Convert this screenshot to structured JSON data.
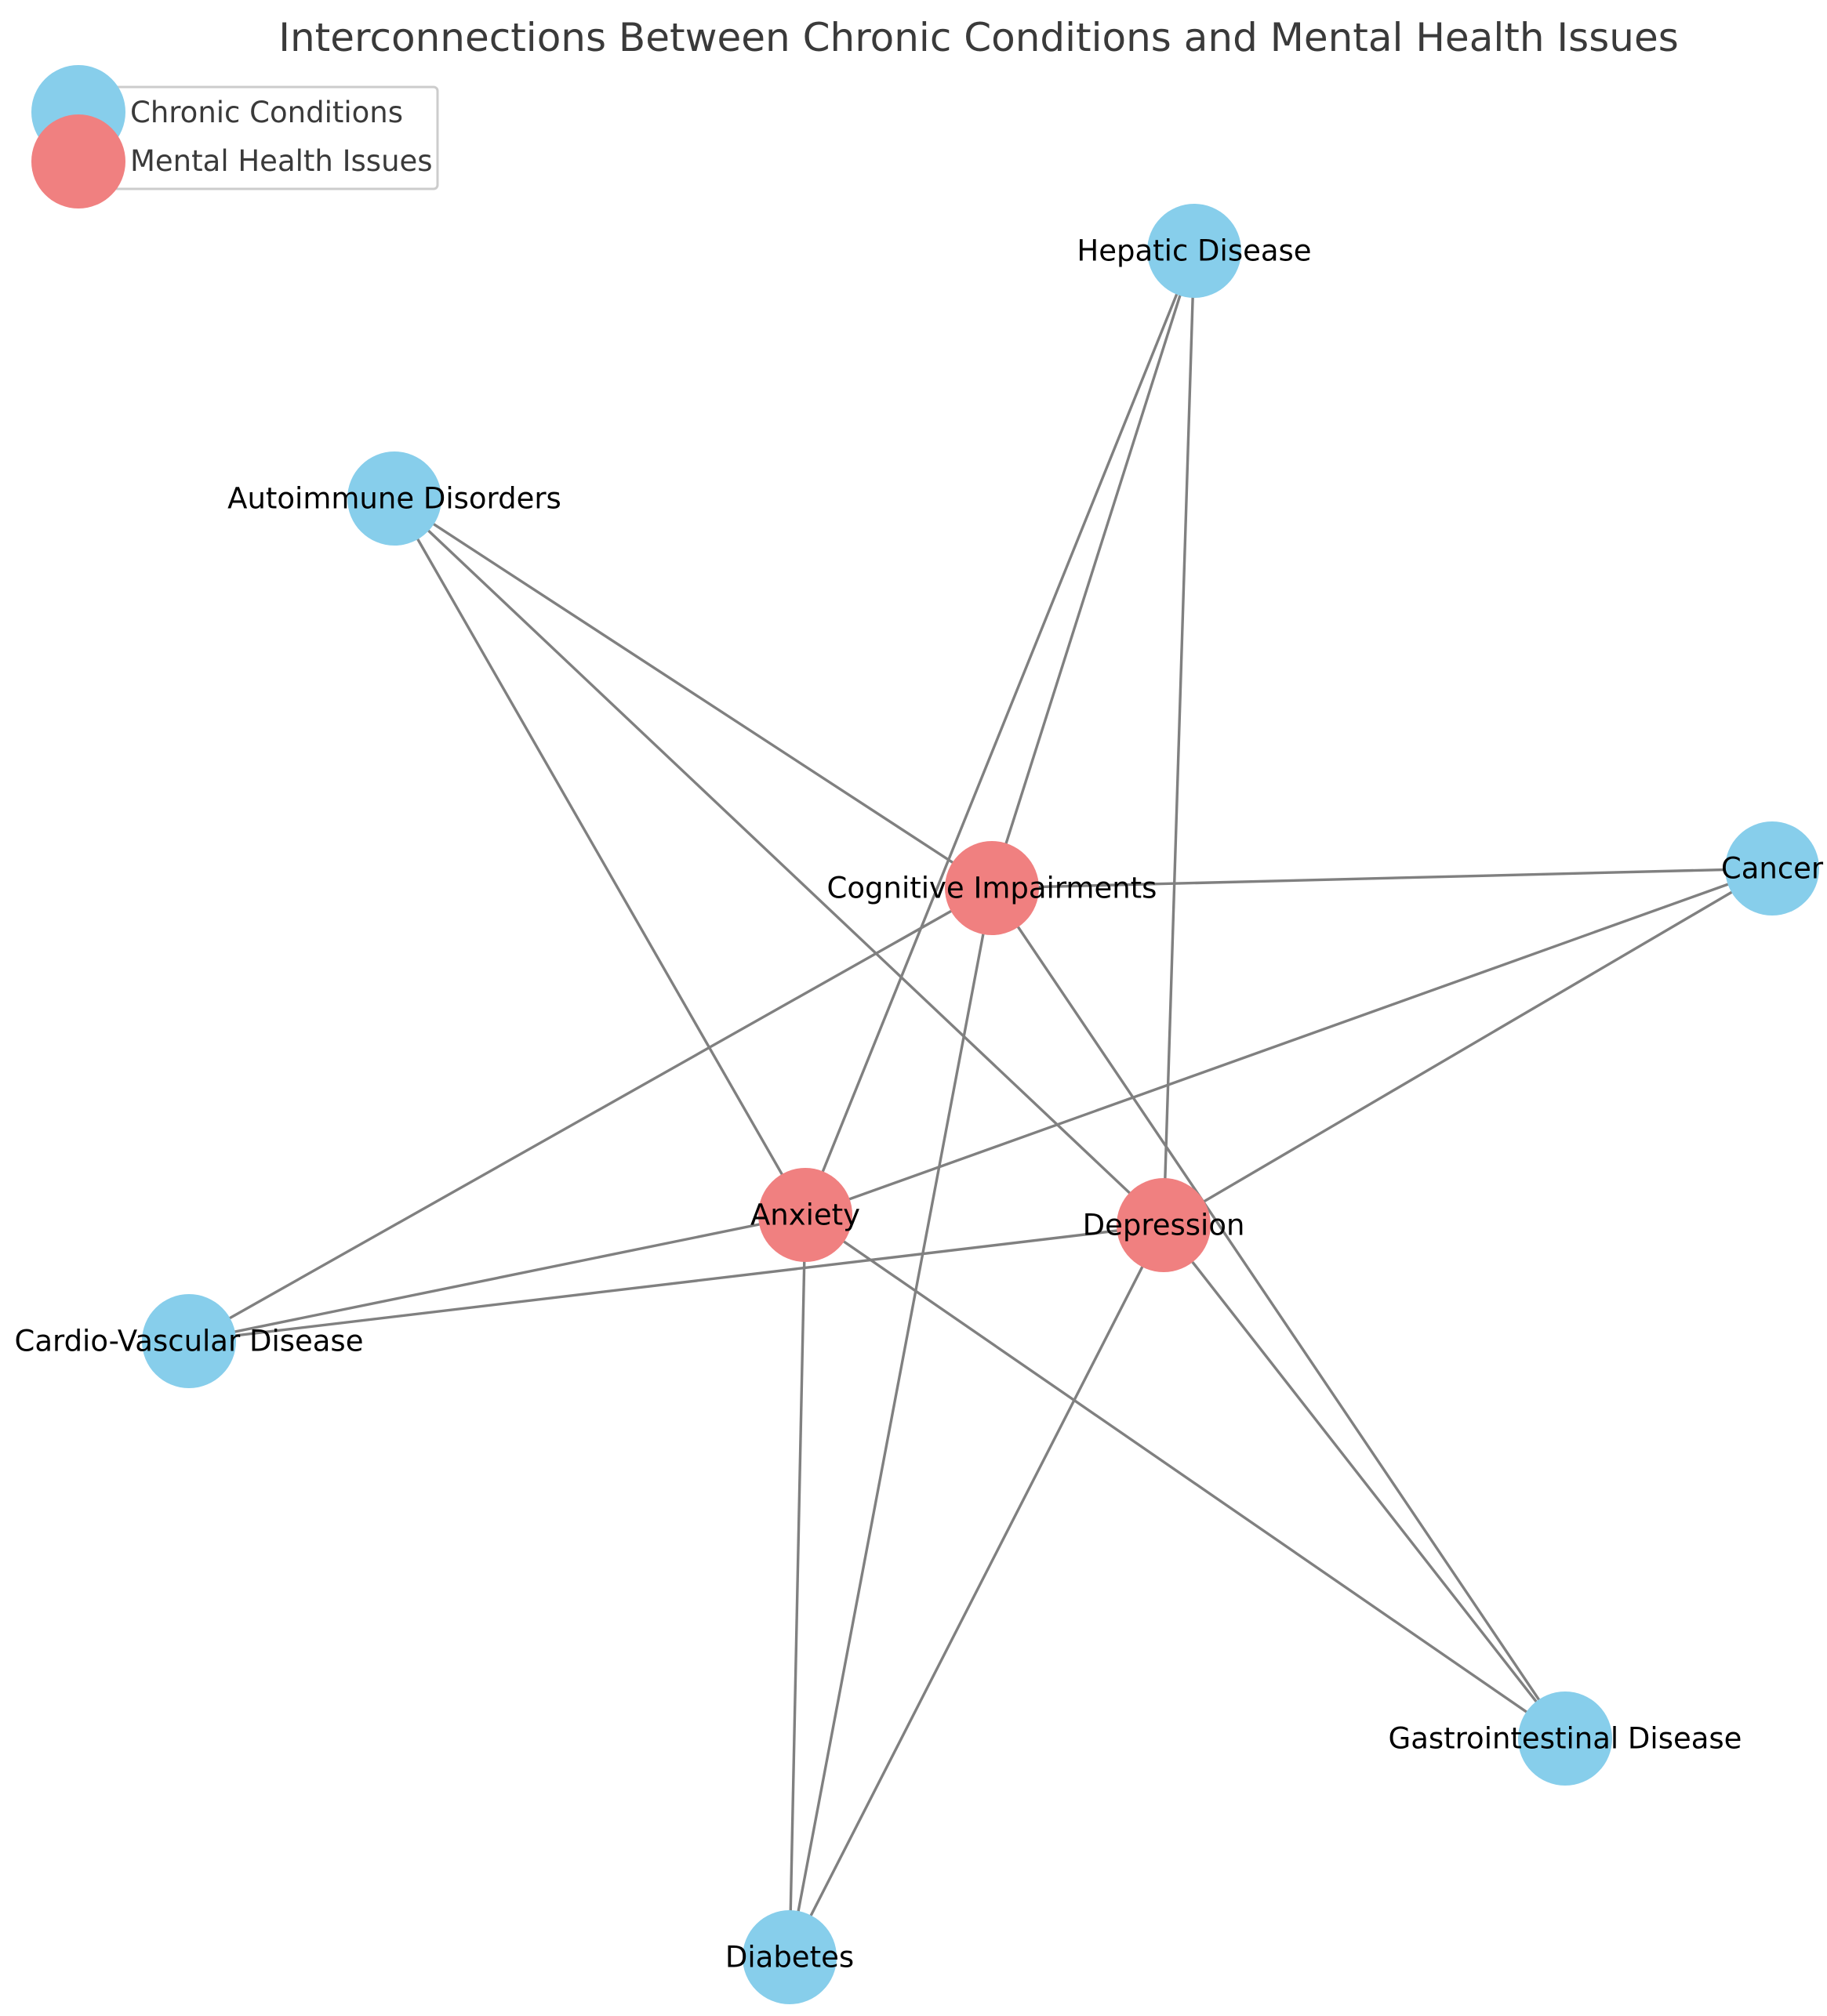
{
  "chart_data": {
    "type": "network",
    "title": "Interconnections Between Chronic Conditions and Mental Health Issues",
    "groups": [
      {
        "id": "chronic",
        "name": "Chronic Conditions",
        "color": "#87ceeb"
      },
      {
        "id": "mental",
        "name": "Mental Health Issues",
        "color": "#f08080"
      }
    ],
    "nodes": [
      {
        "id": "hepatic",
        "label": "Hepatic Disease",
        "group": "chronic"
      },
      {
        "id": "autoimmune",
        "label": "Autoimmune Disorders",
        "group": "chronic"
      },
      {
        "id": "cognitive",
        "label": "Cognitive Impairments",
        "group": "mental"
      },
      {
        "id": "cancer",
        "label": "Cancer",
        "group": "chronic"
      },
      {
        "id": "anxiety",
        "label": "Anxiety",
        "group": "mental"
      },
      {
        "id": "depression",
        "label": "Depression",
        "group": "mental"
      },
      {
        "id": "cardio",
        "label": "Cardio-Vascular Disease",
        "group": "chronic"
      },
      {
        "id": "gastro",
        "label": "Gastrointestinal Disease",
        "group": "chronic"
      },
      {
        "id": "diabetes",
        "label": "Diabetes",
        "group": "chronic"
      }
    ],
    "edges": [
      [
        "hepatic",
        "cognitive"
      ],
      [
        "hepatic",
        "anxiety"
      ],
      [
        "hepatic",
        "depression"
      ],
      [
        "autoimmune",
        "cognitive"
      ],
      [
        "autoimmune",
        "anxiety"
      ],
      [
        "autoimmune",
        "depression"
      ],
      [
        "cancer",
        "cognitive"
      ],
      [
        "cancer",
        "anxiety"
      ],
      [
        "cancer",
        "depression"
      ],
      [
        "cardio",
        "cognitive"
      ],
      [
        "cardio",
        "anxiety"
      ],
      [
        "cardio",
        "depression"
      ],
      [
        "gastro",
        "cognitive"
      ],
      [
        "gastro",
        "anxiety"
      ],
      [
        "gastro",
        "depression"
      ],
      [
        "diabetes",
        "cognitive"
      ],
      [
        "diabetes",
        "anxiety"
      ],
      [
        "diabetes",
        "depression"
      ]
    ]
  }
}
